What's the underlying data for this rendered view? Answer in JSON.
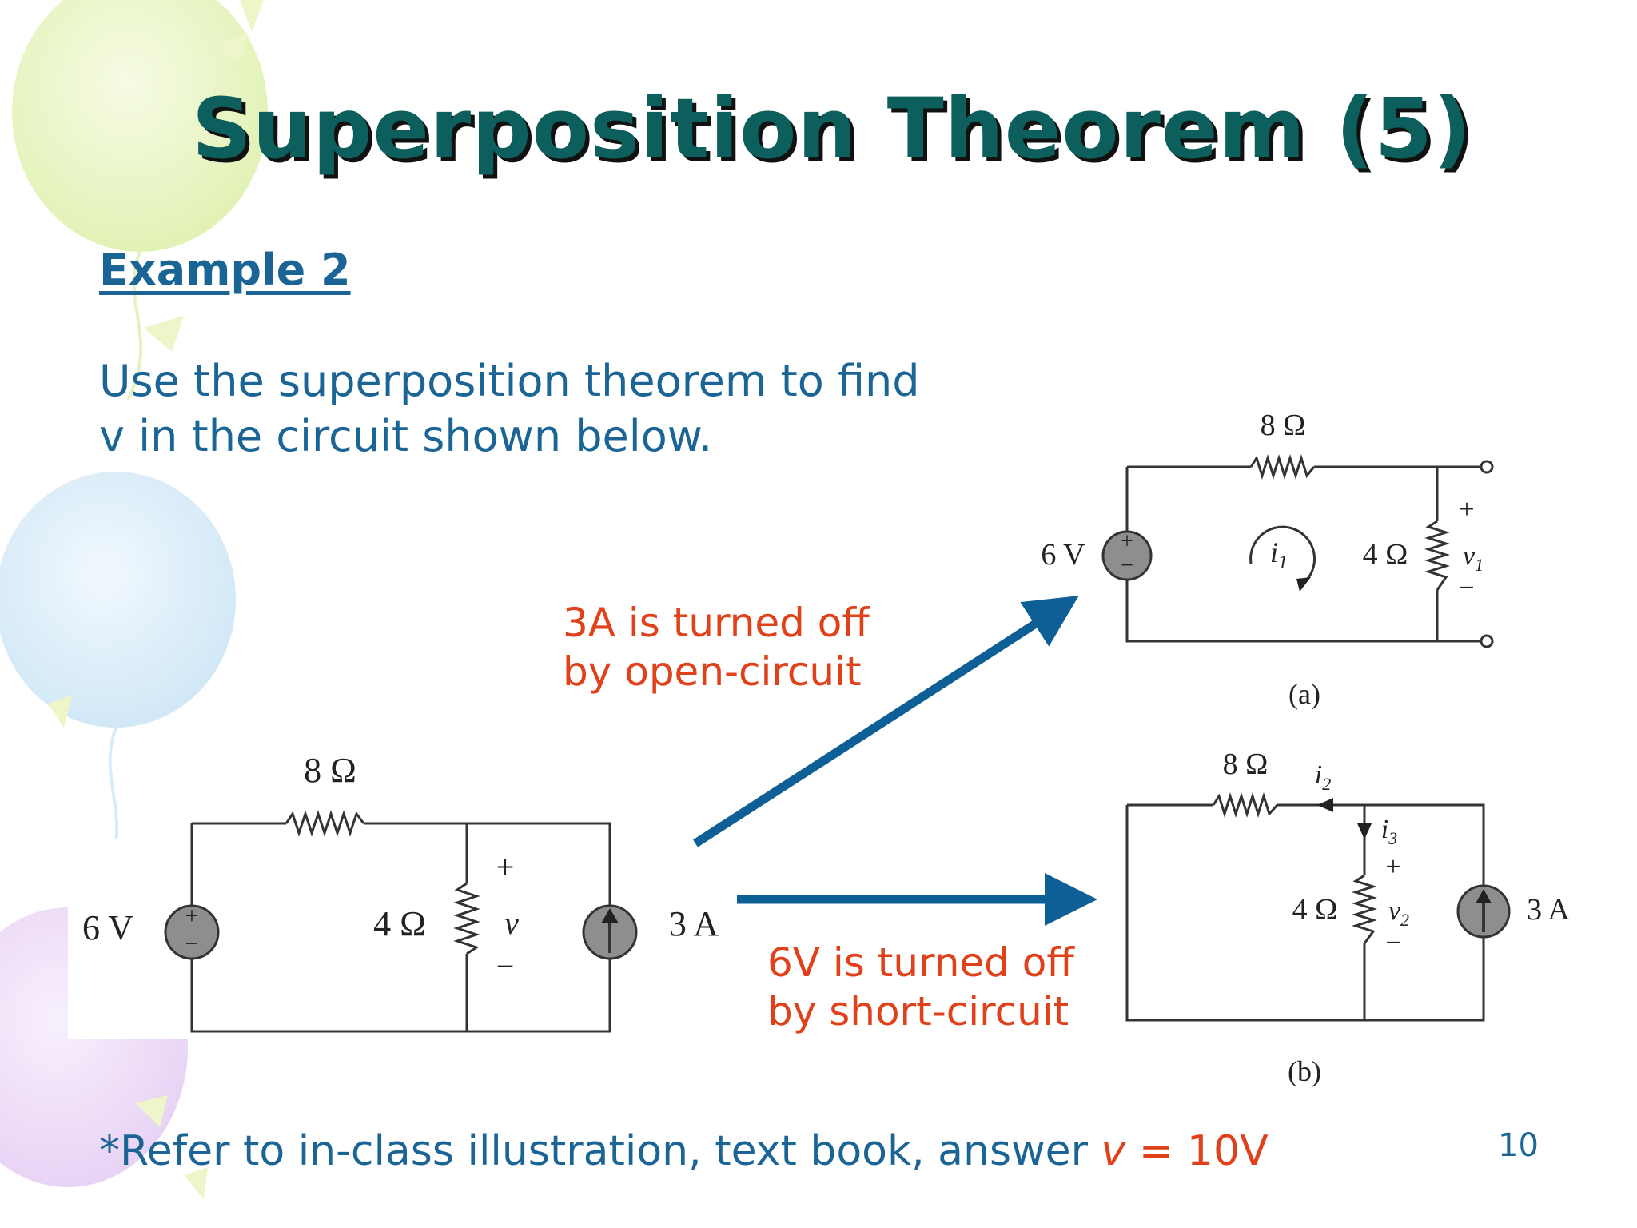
{
  "slide": {
    "title": "Superposition Theorem (5)",
    "example_label": "Example 2",
    "prompt_line1": "Use the superposition theorem to find",
    "prompt_line2": "v in the circuit shown below.",
    "note_open_line1": "3A is turned off",
    "note_open_line2": "by open-circuit",
    "note_short_line1": "6V is turned off",
    "note_short_line2": "by short-circuit",
    "footer_text": "*Refer to in-class illustration, text book, answer ",
    "answer_var": "v",
    "answer_value": " = 10V",
    "page_number": "10"
  },
  "colors": {
    "title": "#0c5f5c",
    "body_text": "#1b6596",
    "highlight": "#e0401a",
    "arrow": "#0d5f96",
    "source_fill": "#8e8e8e"
  },
  "circuits": {
    "main": {
      "r_top": "8 Ω",
      "r_mid": "4 Ω",
      "vsrc": "6 V",
      "isrc": "3 A",
      "plus": "+",
      "var": "v",
      "minus": "−"
    },
    "a": {
      "r_top": "8 Ω",
      "r_right": "4 Ω",
      "vsrc": "6 V",
      "current": "i",
      "current_sub": "1",
      "plus": "+",
      "var": "v",
      "var_sub": "1",
      "minus": "−",
      "caption": "(a)"
    },
    "b": {
      "r_top": "8 Ω",
      "r_mid": "4 Ω",
      "isrc": "3 A",
      "current2": "i",
      "current2_sub": "2",
      "current3": "i",
      "current3_sub": "3",
      "plus": "+",
      "var": "v",
      "var_sub": "2",
      "minus": "−",
      "caption": "(b)"
    }
  }
}
